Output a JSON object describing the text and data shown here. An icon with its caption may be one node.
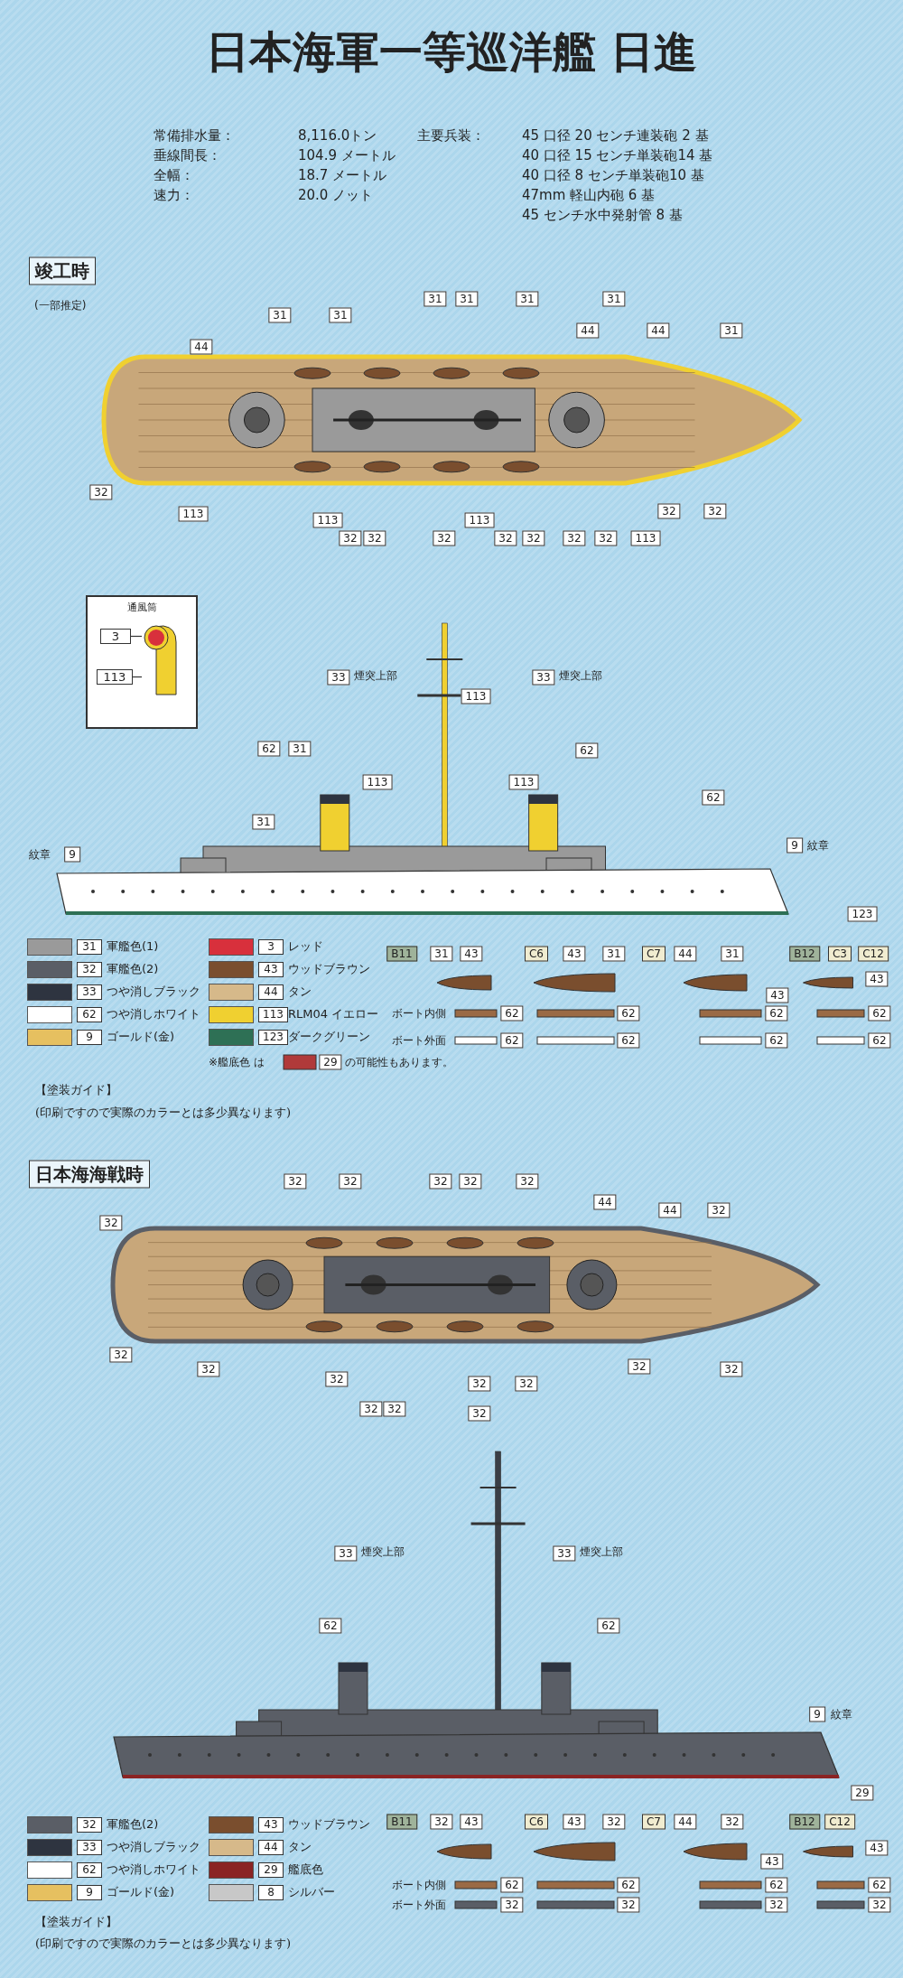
{
  "diagram": {
    "title": "日本海軍一等巡洋艦 日進",
    "nodes": [
      {
        "text": [
          "通風筒"
        ]
      },
      {
        "text": [
          "3"
        ],
        "in": 0
      },
      {
        "text": [
          "113"
        ],
        "in": 0
      },
      {
        "text": [],
        "shape": "picture",
        "in": 0
      }
    ],
    "edges": [
      {
        "from": 1,
        "to": 3,
        "arrow": "none"
      },
      {
        "from": 2,
        "to": 3,
        "arrow": "none"
      }
    ],
    "labels": [
      "常備排水量：",
      "8,116.0トン",
      "主要兵装：",
      "45 口径 20 センチ連装砲 2 基",
      "垂線間長：",
      "104.9 メートル",
      "40 口径 15 センチ単装砲14 基",
      "全幅：",
      "18.7 メートル",
      "40 口径 8 センチ単装砲10 基",
      "速力：",
      "20.0 ノット",
      "47mm 軽山内砲 6 基",
      "45 センチ水中発射管 8 基",
      "竣工時",
      "(一部推定)",
      "44",
      "31",
      "31",
      "31",
      "31",
      "31",
      "31",
      "44",
      "44",
      "31",
      "32",
      "113",
      "113",
      "32",
      "32",
      "32",
      "113",
      "32",
      "32",
      "32",
      "32",
      "113",
      "32",
      "32",
      "33",
      "煙突上部",
      "113",
      "33",
      "煙突上部",
      "62",
      "31",
      "113",
      "113",
      "62",
      "31",
      "62",
      "9",
      "紋章",
      "紋章",
      "9",
      "123",
      "B11",
      "31",
      "43",
      "C6",
      "43",
      "31",
      "C7",
      "44",
      "31",
      "B12",
      "C3",
      "C12",
      "43",
      "43",
      "ボート内側",
      "62",
      "62",
      "62",
      "62",
      "ボート外面",
      "62",
      "62",
      "62",
      "62",
      "※艦底色 は",
      "29",
      "の可能性もあります。",
      "【塗装ガイド】",
      "(印刷ですので実際のカラーとは多少異なります)",
      "日本海海戦時",
      "32",
      "32",
      "32",
      "32",
      "32",
      "32",
      "44",
      "44",
      "32",
      "32",
      "32",
      "32",
      "32",
      "32",
      "32",
      "32",
      "32",
      "32",
      "32",
      "33",
      "煙突上部",
      "33",
      "煙突上部",
      "62",
      "62",
      "9",
      "紋章",
      "29",
      "B11",
      "32",
      "43",
      "C6",
      "43",
      "32",
      "C7",
      "44",
      "32",
      "B12",
      "C12",
      "43",
      "43",
      "ボート内側",
      "62",
      "62",
      "62",
      "62",
      "ボート外面",
      "32",
      "32",
      "32",
      "32",
      "【塗装ガイド】",
      "(印刷ですので実際のカラーとは多少異なります)"
    ],
    "legend": [
      {
        "text": "31 軍艦色(1)",
        "color": "#9a9a9a"
      },
      {
        "text": "3 レッド",
        "color": "#d8303c"
      },
      {
        "text": "32 軍艦色(2)",
        "color": "#5a5e66"
      },
      {
        "text": "43 ウッドブラウン",
        "color": "#7a4e2e"
      },
      {
        "text": "33 つや消しブラック",
        "color": "#2e3440"
      },
      {
        "text": "44 タン",
        "color": "#d6b98a"
      },
      {
        "text": "62 つや消しホワイト",
        "color": "#ffffff"
      },
      {
        "text": "113 RLM04 イエロー",
        "color": "#f0d030"
      },
      {
        "text": "9 ゴールド(金)",
        "color": "#e6c060"
      },
      {
        "text": "123 ダークグリーン",
        "color": "#2e7055"
      },
      {
        "text": "32 軍艦色(2)",
        "color": "#5a5e66"
      },
      {
        "text": "43 ウッドブラウン",
        "color": "#7a4e2e"
      },
      {
        "text": "33 つや消しブラック",
        "color": "#2e3440"
      },
      {
        "text": "44 タン",
        "color": "#d6b98a"
      },
      {
        "text": "62 つや消しホワイト",
        "color": "#ffffff"
      },
      {
        "text": "29 艦底色",
        "color": "#8a2424"
      },
      {
        "text": "9 ゴールド(金)",
        "color": "#e6c060"
      },
      {
        "text": "8 シルバー",
        "color": "#c8c8c8"
      }
    ]
  }
}
